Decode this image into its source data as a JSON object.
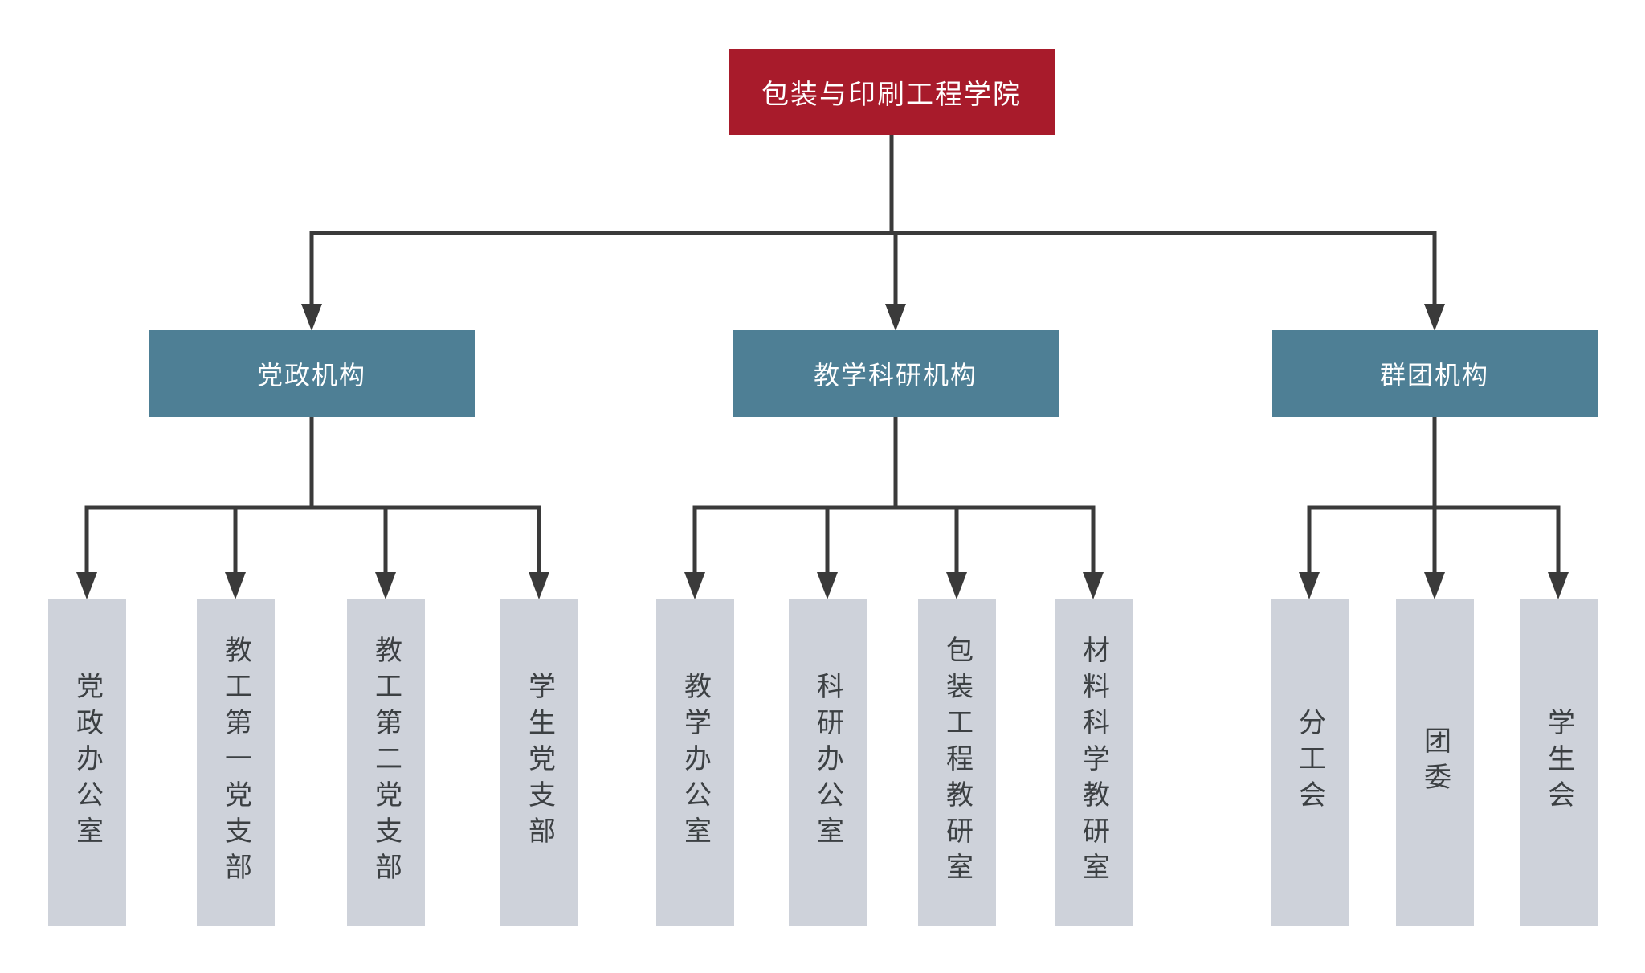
{
  "diagram": {
    "type": "org-chart",
    "root": {
      "label": "包装与印刷工程学院"
    },
    "branches": [
      {
        "label": "党政机构",
        "children": [
          {
            "label": "党政办公室"
          },
          {
            "label": "教工第一党支部"
          },
          {
            "label": "教工第二党支部"
          },
          {
            "label": "学生党支部"
          }
        ]
      },
      {
        "label": "教学科研机构",
        "children": [
          {
            "label": "教学办公室"
          },
          {
            "label": "科研办公室"
          },
          {
            "label": "包装工程教研室"
          },
          {
            "label": "材料科学教研室"
          }
        ]
      },
      {
        "label": "群团机构",
        "children": [
          {
            "label": "分工会"
          },
          {
            "label": "团委"
          },
          {
            "label": "学生会"
          }
        ]
      }
    ],
    "colors": {
      "root_bg": "#a81b2b",
      "branch_bg": "#4e7f95",
      "leaf_bg": "#ced2da",
      "line": "#3a3a3a",
      "root_text": "#ffffff",
      "branch_text": "#ffffff",
      "leaf_text": "#3c4043",
      "background": "#ffffff"
    }
  }
}
